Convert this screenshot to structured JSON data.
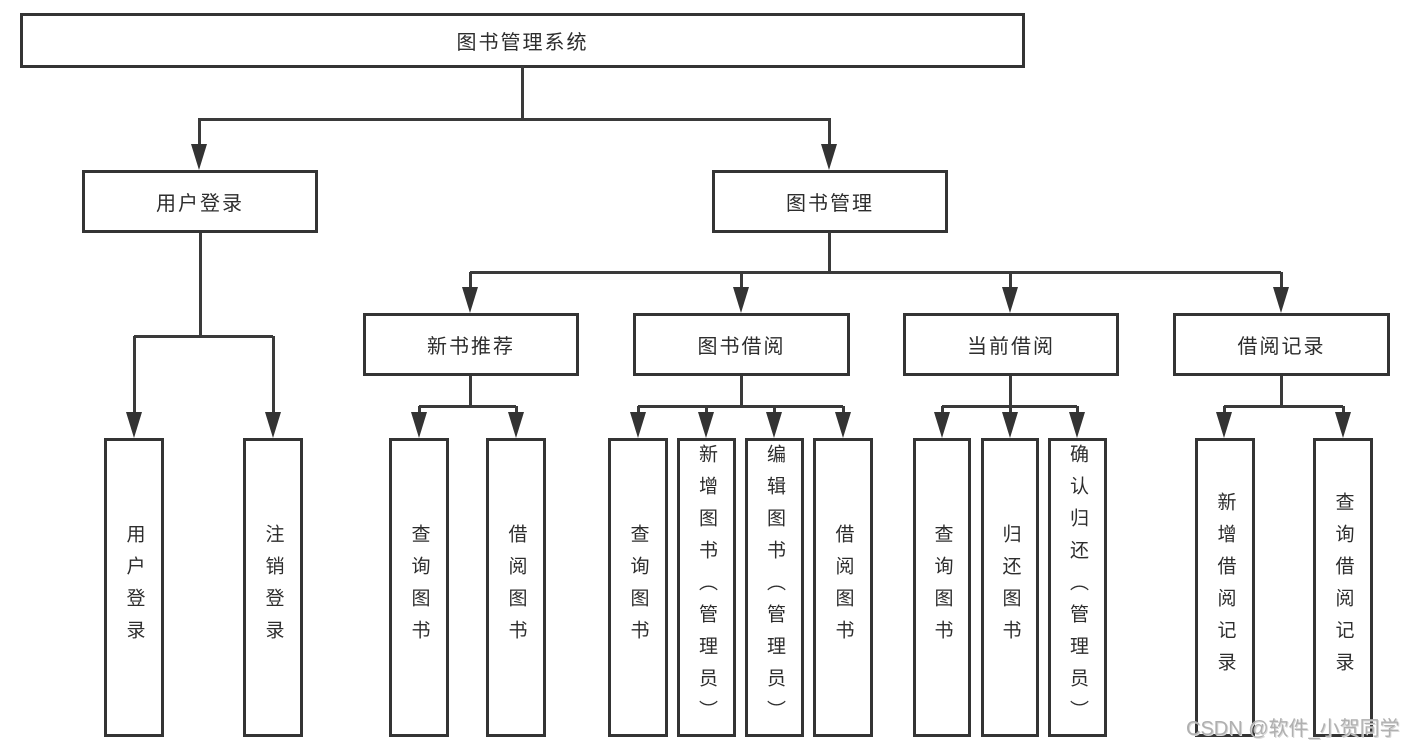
{
  "tree": {
    "label": "图书管理系统",
    "children": [
      {
        "label": "用户登录",
        "children": [
          {
            "label": "用户登录"
          },
          {
            "label": "注销登录"
          }
        ]
      },
      {
        "label": "图书管理",
        "children": [
          {
            "label": "新书推荐",
            "children": [
              {
                "label": "查询图书"
              },
              {
                "label": "借阅图书"
              }
            ]
          },
          {
            "label": "图书借阅",
            "children": [
              {
                "label": "查询图书"
              },
              {
                "label": "新增图书（管理员）"
              },
              {
                "label": "编辑图书（管理员）"
              },
              {
                "label": "借阅图书"
              }
            ]
          },
          {
            "label": "当前借阅",
            "children": [
              {
                "label": "查询图书"
              },
              {
                "label": "归还图书"
              },
              {
                "label": "确认归还（管理员）"
              }
            ]
          },
          {
            "label": "借阅记录",
            "children": [
              {
                "label": "新增借阅记录"
              },
              {
                "label": "查询借阅记录"
              }
            ]
          }
        ]
      }
    ]
  },
  "watermark": {
    "text": "CSDN @软件_小贺同学"
  },
  "colors": {
    "line": "#3a3a3a",
    "border": "#343434",
    "text": "#2d2d2d",
    "watermark": "#b0b0b0"
  }
}
